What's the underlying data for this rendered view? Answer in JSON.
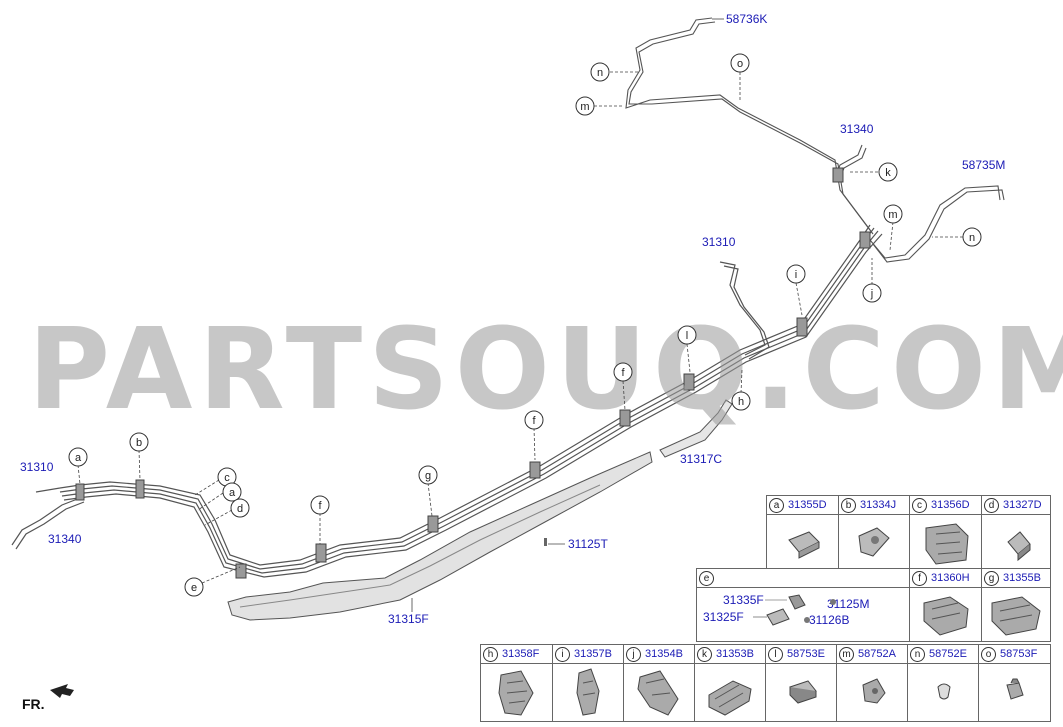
{
  "watermark": "PARTSOUQ.COM",
  "orientation_label": "FR.",
  "part_labels": {
    "p58736K": "58736K",
    "p31340_top": "31340",
    "p58735M": "58735M",
    "p31310_mid": "31310",
    "p31317C": "31317C",
    "p31310_left": "31310",
    "p31340_left": "31340",
    "p31125T": "31125T",
    "p31315F": "31315F"
  },
  "callouts": {
    "n1": "n",
    "o1": "o",
    "m1": "m",
    "k1": "k",
    "m2": "m",
    "n2": "n",
    "j1": "j",
    "i1": "i",
    "l1": "l",
    "h1": "h",
    "f1": "f",
    "f2": "f",
    "f3": "f",
    "g1": "g",
    "b1": "b",
    "a1": "a",
    "c1": "c",
    "a2": "a",
    "d1": "d",
    "e1": "e"
  },
  "legend": {
    "a": {
      "letter": "a",
      "part": "31355D"
    },
    "b": {
      "letter": "b",
      "part": "31334J"
    },
    "c": {
      "letter": "c",
      "part": "31356D"
    },
    "d": {
      "letter": "d",
      "part": "31327D"
    },
    "e": {
      "letter": "e",
      "parts": [
        "31335F",
        "31125M",
        "31325F",
        "31126B"
      ]
    },
    "f": {
      "letter": "f",
      "part": "31360H"
    },
    "g": {
      "letter": "g",
      "part": "31355B"
    },
    "h": {
      "letter": "h",
      "part": "31358F"
    },
    "i": {
      "letter": "i",
      "part": "31357B"
    },
    "j": {
      "letter": "j",
      "part": "31354B"
    },
    "k": {
      "letter": "k",
      "part": "31353B"
    },
    "l": {
      "letter": "l",
      "part": "58753E"
    },
    "m": {
      "letter": "m",
      "part": "58752A"
    },
    "n": {
      "letter": "n",
      "part": "58752E"
    },
    "o": {
      "letter": "o",
      "part": "58753F"
    }
  },
  "colors": {
    "part_number": "#1b1bb5",
    "line": "#555555",
    "watermark": "#9a9a9a"
  }
}
